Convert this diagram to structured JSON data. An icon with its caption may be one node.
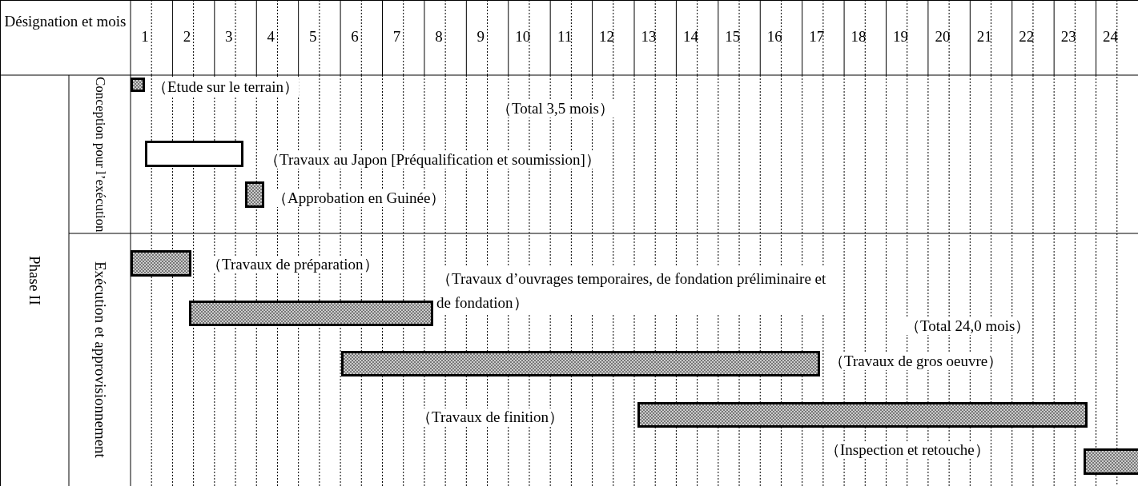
{
  "diagram": {
    "nodes": [
      {
        "text": [
          "Phase II"
        ]
      },
      {
        "text": [
          "Conception pour l’exécution"
        ],
        "in": 0
      },
      {
        "text": [
          "Exécution et approvisionnement"
        ],
        "in": 0
      },
      {
        "text": [],
        "shape": "bar"
      },
      {
        "text": [],
        "shape": "bar"
      },
      {
        "text": [],
        "shape": "bar"
      },
      {
        "text": [],
        "shape": "bar"
      },
      {
        "text": [],
        "shape": "bar"
      },
      {
        "text": [],
        "shape": "bar"
      },
      {
        "text": [],
        "shape": "bar"
      },
      {
        "text": [],
        "shape": "bar"
      }
    ],
    "edges": [],
    "labels": [
      "Désignation et mois",
      "1",
      "2",
      "3",
      "4",
      "5",
      "6",
      "7",
      "8",
      "9",
      "10",
      "11",
      "12",
      "13",
      "14",
      "15",
      "16",
      "17",
      "18",
      "19",
      "20",
      "21",
      "22",
      "23",
      "24",
      "（Etude sur le terrain）",
      "（Total 3,5 mois）",
      "（Travaux au Japon [Préqualification et soumission]）",
      "（Approbation en Guinée）",
      "（Travaux de préparation）",
      "（Travaux d’ouvrages temporaires, de fondation préliminaire et de fondation）",
      "（Total 24,0 mois）",
      "（Travaux de gros oeuvre）",
      "（Travaux de finition）",
      "（Inspection et retouche）"
    ]
  }
}
